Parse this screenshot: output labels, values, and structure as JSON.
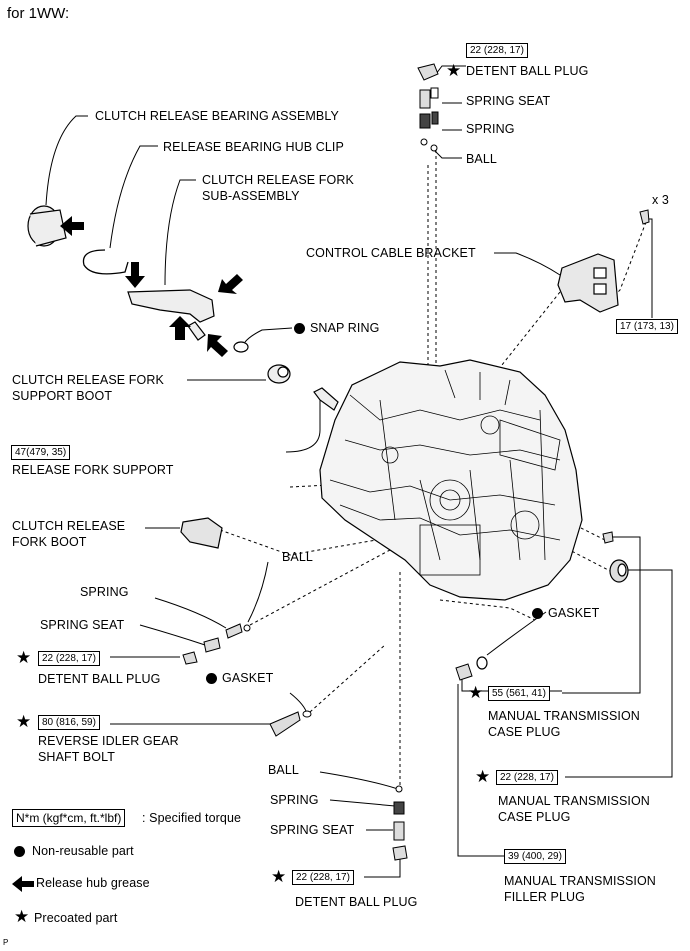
{
  "header": "for 1WW:",
  "footer_code": "P",
  "labels": {
    "clutch_release_bearing_assembly": "CLUTCH RELEASE BEARING ASSEMBLY",
    "release_bearing_hub_clip": "RELEASE BEARING HUB CLIP",
    "clutch_release_fork_line1": "CLUTCH RELEASE FORK",
    "clutch_release_fork_line2": "SUB-ASSEMBLY",
    "snap_ring": "SNAP RING",
    "support_boot_line1": "CLUTCH RELEASE FORK",
    "support_boot_line2": "SUPPORT BOOT",
    "release_fork_support": "RELEASE FORK SUPPORT",
    "fork_boot_line1": "CLUTCH RELEASE",
    "fork_boot_line2": "FORK BOOT",
    "ball_left": "BALL",
    "spring_left": "SPRING",
    "spring_seat_left": "SPRING SEAT",
    "detent_ball_plug_left": "DETENT BALL PLUG",
    "gasket_left": "GASKET",
    "reverse_idler_line1": "REVERSE IDLER GEAR",
    "reverse_idler_line2": "SHAFT BOLT",
    "detent_ball_plug_top": "DETENT BALL PLUG",
    "spring_seat_top": "SPRING SEAT",
    "spring_top": "SPRING",
    "ball_top": "BALL",
    "x3": "x 3",
    "control_cable_bracket": "CONTROL CABLE BRACKET",
    "gasket_right": "GASKET",
    "mt_case_plug_a_line1": "MANUAL TRANSMISSION",
    "mt_case_plug_a_line2": "CASE PLUG",
    "mt_case_plug_b_line1": "MANUAL TRANSMISSION",
    "mt_case_plug_b_line2": "CASE PLUG",
    "mt_filler_line1": "MANUAL TRANSMISSION",
    "mt_filler_line2": "FILLER PLUG",
    "ball_bottom": "BALL",
    "spring_bottom": "SPRING",
    "spring_seat_bottom": "SPRING SEAT",
    "detent_ball_plug_bottom": "DETENT BALL PLUG"
  },
  "torques": {
    "detent_top": "22 (228, 17)",
    "bracket": "17 (173, 13)",
    "fork_support": "47(479, 35)",
    "detent_left": "22 (228, 17)",
    "reverse_idler": "80 (816, 59)",
    "case_plug_a": "55 (561, 41)",
    "case_plug_b": "22 (228, 17)",
    "filler_plug": "39 (400, 29)",
    "detent_bottom": "22 (228, 17)"
  },
  "legend": {
    "torque_box": "N*m (kgf*cm, ft.*lbf)",
    "torque_text": ": Specified torque",
    "non_reusable": "Non-reusable part",
    "grease": "Release hub grease",
    "precoated": "Precoated part"
  },
  "symbols": {
    "precoated": "star-icon",
    "non_reusable": "filled-circle-icon",
    "grease": "arrow-left-icon"
  }
}
